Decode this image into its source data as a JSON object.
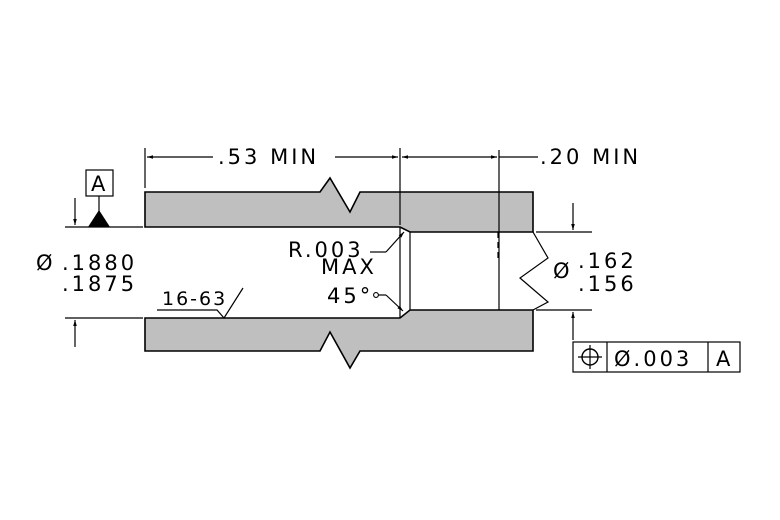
{
  "drawing": {
    "dims": {
      "length_min": ".53 MIN",
      "counterbore_min": ".20 MIN",
      "bore_dia_sym": "Ø",
      "bore_dia_upper": ".1880",
      "bore_dia_lower": ".1875",
      "hole_dia_sym": "Ø",
      "hole_dia_upper": ".162",
      "hole_dia_lower": ".156",
      "radius_line1": "R.003",
      "radius_line2": "MAX",
      "chamfer_angle": "45°",
      "surface_finish": "16-63"
    },
    "datum": {
      "label": "A"
    },
    "feature_control_frame": {
      "symbol": "position-icon",
      "tolerance": "Ø.003",
      "datum_ref": "A"
    },
    "colors": {
      "part_fill": "#bfbfbf",
      "line": "#000000"
    }
  }
}
